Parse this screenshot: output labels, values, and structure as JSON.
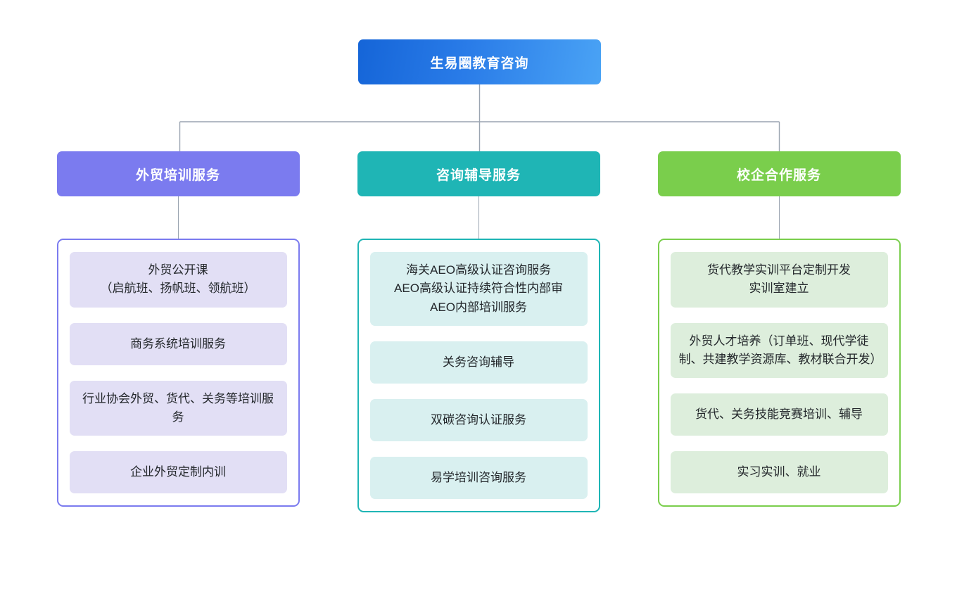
{
  "root": {
    "label": "生易圈教育咨询",
    "color": "#1565d8"
  },
  "connector": {
    "color": "#9aa4b0"
  },
  "columns": [
    {
      "key": "foreign-trade-training",
      "header": "外贸培训服务",
      "theme": "purple",
      "header_color": "#7b7bef",
      "border_color": "#7b7bef",
      "card_color": "#e2dff5",
      "cards": [
        "外贸公开课\n（启航班、扬帆班、领航班）",
        "商务系统培训服务",
        "行业协会外贸、货代、关务等培训服务",
        "企业外贸定制内训"
      ]
    },
    {
      "key": "consulting-coaching",
      "header": "咨询辅导服务",
      "theme": "teal",
      "header_color": "#1fb5b5",
      "border_color": "#1fb5b5",
      "card_color": "#d9f0f0",
      "cards": [
        "海关AEO高级认证咨询服务\nAEO高级认证持续符合性内部审\nAEO内部培训服务",
        "关务咨询辅导",
        "双碳咨询认证服务",
        "易学培训咨询服务"
      ]
    },
    {
      "key": "school-enterprise-cooperation",
      "header": "校企合作服务",
      "theme": "green",
      "header_color": "#7ace4c",
      "border_color": "#7ace4c",
      "card_color": "#ddeedc",
      "cards": [
        "货代教学实训平台定制开发\n实训室建立",
        "外贸人才培养（订单班、现代学徒制、共建教学资源库、教材联合开发）",
        "货代、关务技能竞赛培训、辅导",
        "实习实训、就业"
      ]
    }
  ]
}
